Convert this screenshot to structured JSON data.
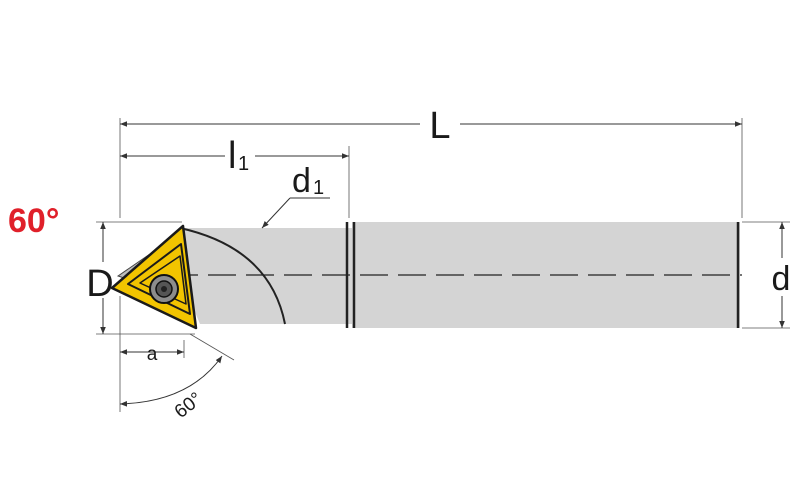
{
  "angle_callout": {
    "text": "60°",
    "color": "#e0202a"
  },
  "labels": {
    "overall_length": "L",
    "length_main": "l",
    "length_sub": "1",
    "dia_main": "d",
    "dia_sub": "1",
    "head_height": "D",
    "shank_dia": "d",
    "offset": "a",
    "insert_angle": "60°"
  },
  "colors": {
    "shank": "#d4d4d4",
    "insert_yellow": "#f2c400",
    "insert_outline": "#1a1a1a",
    "insert_gray": "#bdbdbd",
    "screw_head": "#8c8c8c"
  },
  "icons": {
    "insert": "triangle-insert-icon",
    "screw": "torx-screw-icon"
  }
}
